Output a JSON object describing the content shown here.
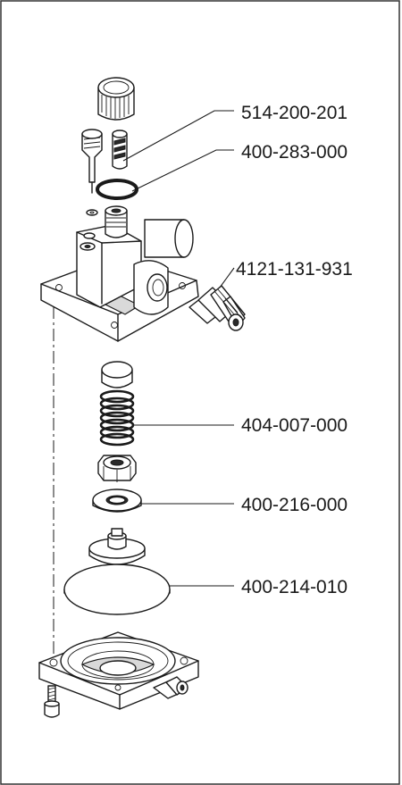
{
  "callouts": [
    {
      "part_number": "514-200-201"
    },
    {
      "part_number": "400-283-000"
    },
    {
      "part_number": "4121-131-931"
    },
    {
      "part_number": "404-007-000"
    },
    {
      "part_number": "400-216-000"
    },
    {
      "part_number": "400-214-010"
    }
  ],
  "colors": {
    "ink": "#1a1a1a",
    "background": "#ffffff",
    "frame": "#333333"
  }
}
